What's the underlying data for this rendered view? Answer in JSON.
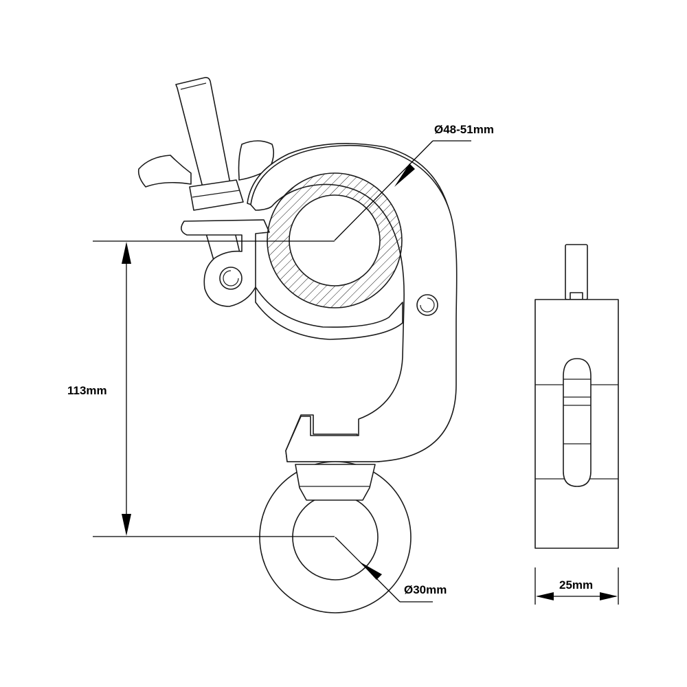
{
  "labels": {
    "tube_diameter": "Ø48-51mm",
    "height": "113mm",
    "eye_diameter": "Ø30mm",
    "width": "25mm"
  },
  "colors": {
    "line": "#1a1a1a",
    "background": "#ffffff"
  }
}
